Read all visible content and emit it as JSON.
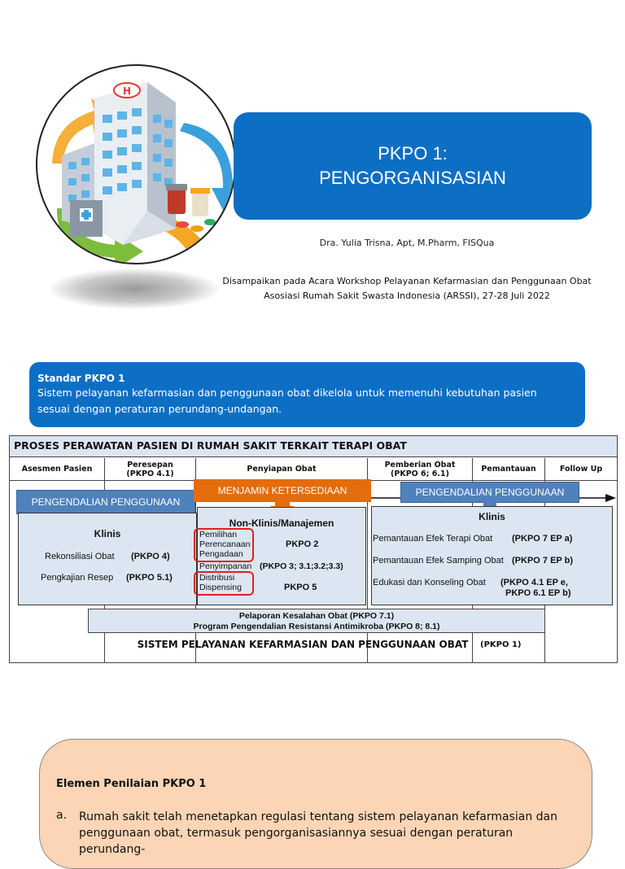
{
  "slide1": {
    "title_line1": "PKPO 1:",
    "title_line2": "PENGORGANISASIAN",
    "author": "Dra. Yulia Trisna, Apt, M.Pharm, FISQua",
    "delivered_line1": "Disampaikan pada Acara Workshop Pelayanan Kefarmasian dan Penggunaan Obat",
    "delivered_line2": "Asosiasi Rumah Sakit Swasta Indonesia (ARSSI), 27-28 Juli 2022",
    "illustration_icon": "hospital-building-icon"
  },
  "slide2": {
    "standard_title": "Standar PKPO 1",
    "standard_text_line1": "Sistem pelayanan kefarmasian dan penggunaan obat dikelola untuk memenuhi kebutuhan pasien",
    "standard_text_line2": "sesuai dengan peraturan perundang-undangan.",
    "process_title": "PROSES PERAWATAN PASIEN DI RUMAH SAKIT TERKAIT TERAPI OBAT",
    "columns": [
      {
        "label": "Asesmen Pasien",
        "sub": ""
      },
      {
        "label": "Peresepan",
        "sub": "(PKPO 4.1)"
      },
      {
        "label": "Penyiapan Obat",
        "sub": ""
      },
      {
        "label": "Pemberian Obat",
        "sub": "(PKPO 6; 6.1)"
      },
      {
        "label": "Pemantauan",
        "sub": ""
      },
      {
        "label": "Follow Up",
        "sub": ""
      }
    ],
    "tag_left": "PENGENDALIAN PENGGUNAAN",
    "tag_center": "MENJAMIN KETERSEDIAAN",
    "tag_right": "PENGENDALIAN PENGGUNAAN",
    "left_panel": {
      "title": "Klinis",
      "rows": [
        {
          "label": "Rekonsiliasi Obat",
          "code": "(PKPO 4)"
        },
        {
          "label": "Pengkajian Resep",
          "code": "(PKPO 5.1)"
        }
      ]
    },
    "center_panel": {
      "title": "Non-Klinis/Manajemen",
      "group1": [
        "Pemilihan",
        "Perencanaan",
        "Pengadaan"
      ],
      "group1_code": "PKPO 2",
      "penyimpanan": "Penyimpanan",
      "penyimpanan_code": "(PKPO 3; 3.1;3.2;3.3)",
      "group2": [
        "Distribusi",
        "Dispensing"
      ],
      "group2_code": "PKPO 5"
    },
    "right_panel": {
      "title": "Klinis",
      "rows": [
        {
          "label": "Pemantauan Efek Terapi Obat",
          "code": "(PKPO 7 EP a)"
        },
        {
          "label": "Pemantauan Efek Samping Obat",
          "code": "(PKPO 7 EP b)"
        },
        {
          "label": "Edukasi dan Konseling Obat",
          "code": "(PKPO 4.1 EP e,",
          "code2": "PKPO 6.1 EP b)"
        }
      ]
    },
    "bottom_line1": "Pelaporan Kesalahan Obat   (PKPO 7.1)",
    "bottom_line2": "Program Pengendalian Resistansi Antimikroba   (PKPO 8; 8.1)",
    "footer_main": "SISTEM PELAYANAN KEFARMASIAN DAN PENGGUNAAN OBAT",
    "footer_code": "(PKPO 1)"
  },
  "slide3": {
    "title": "Elemen Penilaian PKPO 1",
    "item_a_marker": "a.",
    "item_a_line1": "Rumah sakit telah menetapkan regulasi tentang sistem pelayanan kefarmasian dan",
    "item_a_line2": "penggunaan obat, termasuk pengorganisasiannya sesuai dengan peraturan perundang-"
  },
  "colors": {
    "title_blue": "#0c6fc4",
    "tag_blue": "#4f81bd",
    "tag_orange": "#e46c0a",
    "panel_fill": "#dce6f2",
    "highlight_red": "#e02020",
    "ep_fill": "#fbd5b5"
  }
}
